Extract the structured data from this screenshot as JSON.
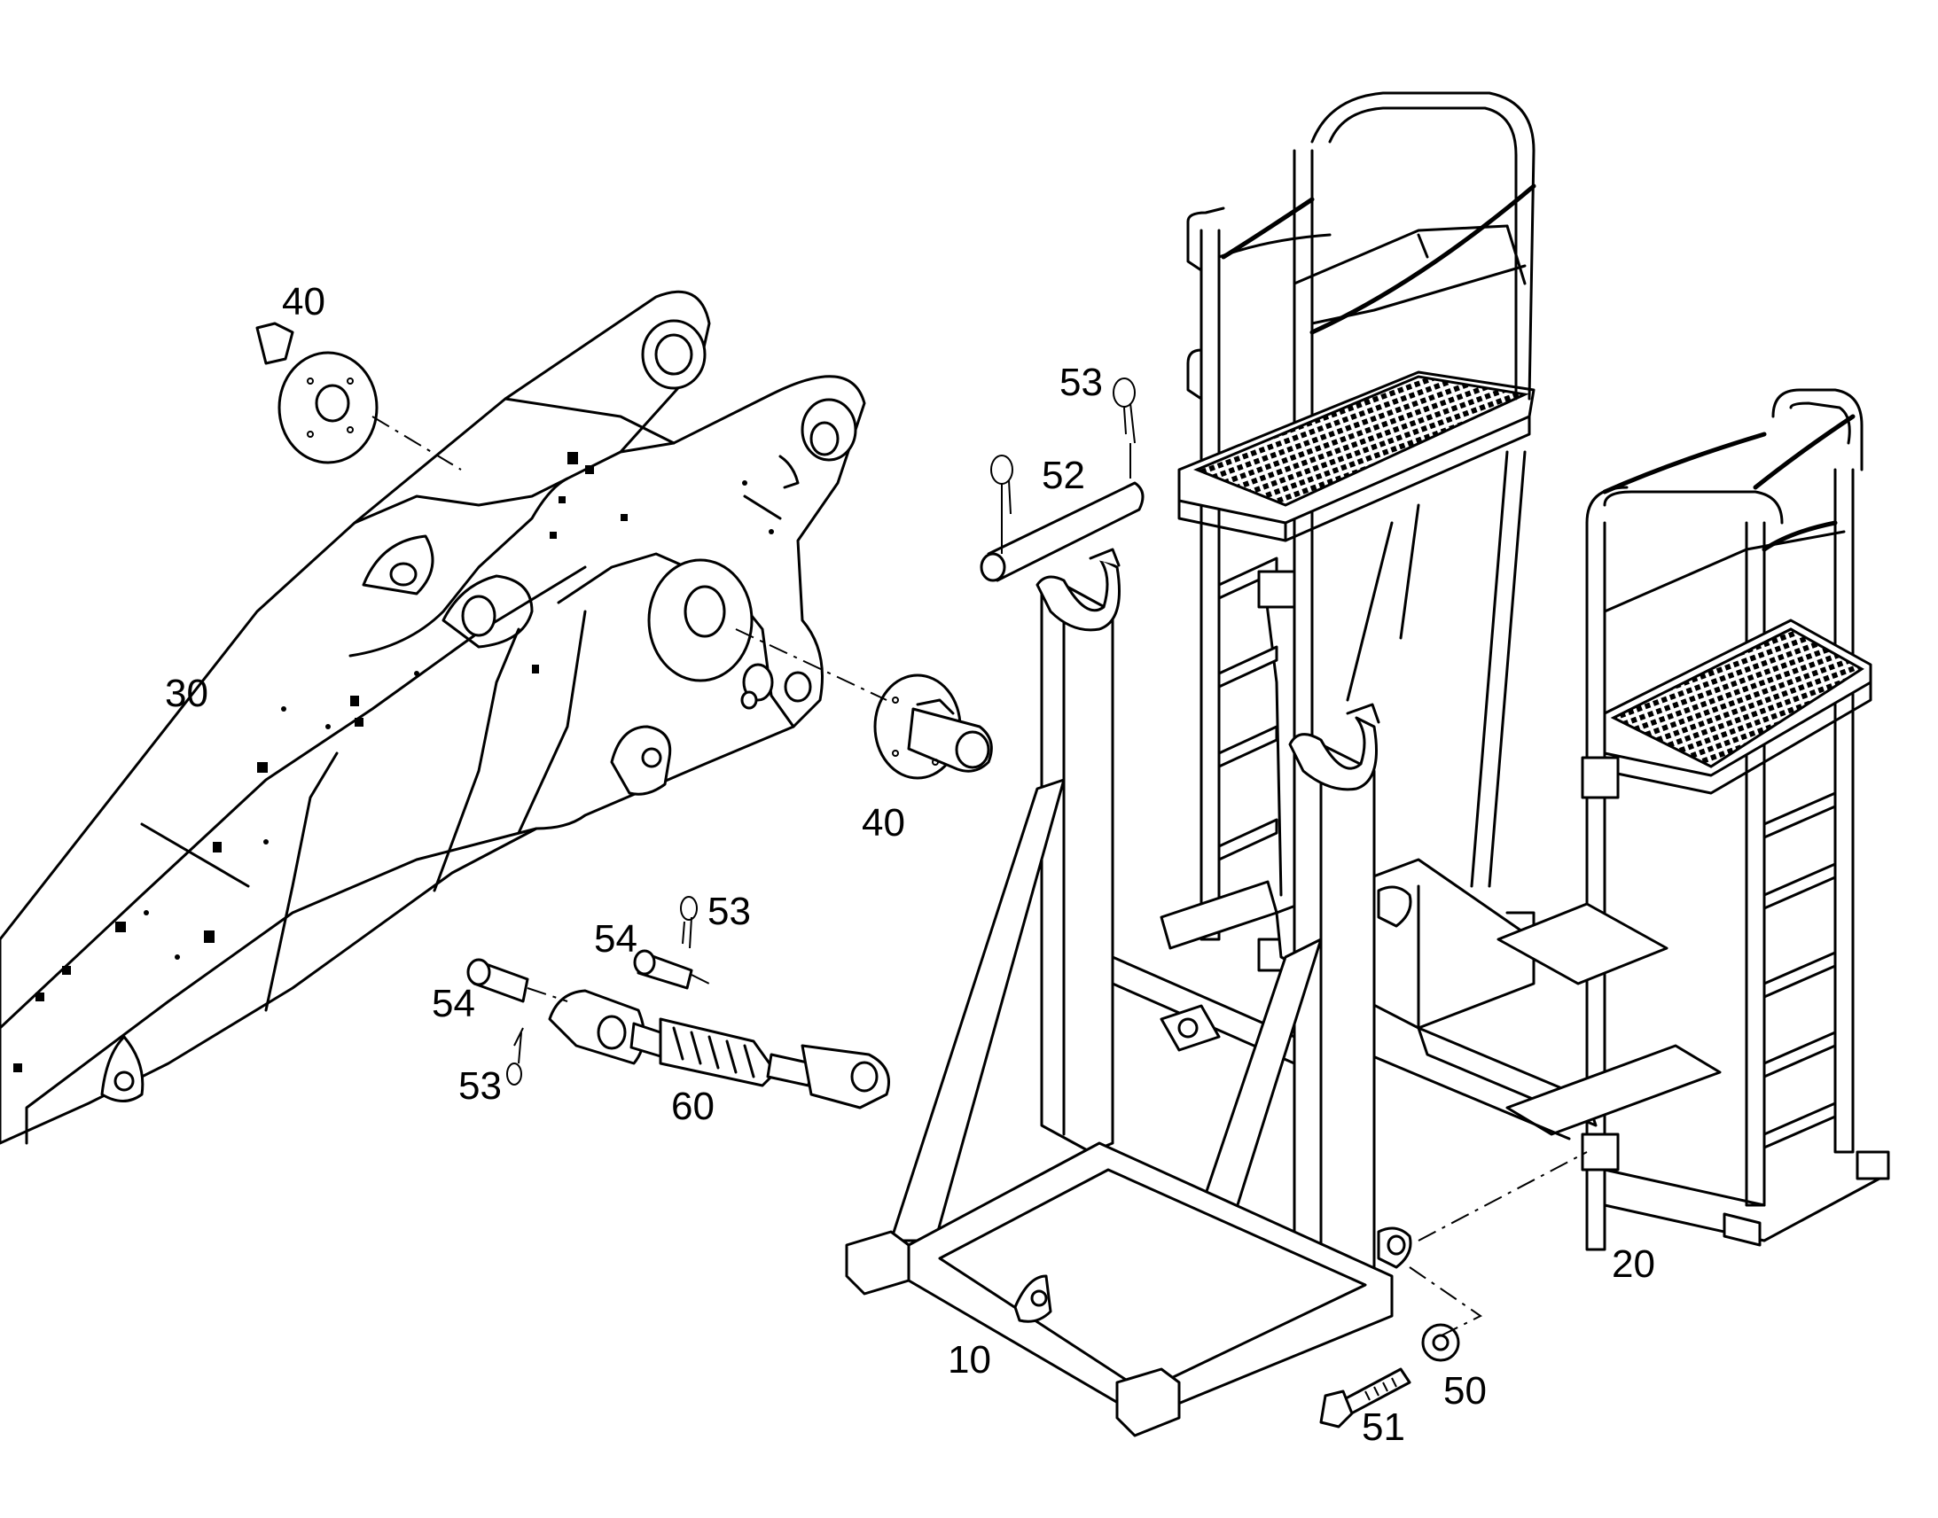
{
  "labels": {
    "frame_10": "10",
    "platform_20": "20",
    "boom_30": "30",
    "flange_40_top": "40",
    "flange_40_right": "40",
    "washer_50": "50",
    "bolt_51": "51",
    "pin_52": "52",
    "clip_53_a": "53",
    "clip_53_b": "53",
    "clip_53_c": "53",
    "pin_54_a": "54",
    "pin_54_b": "54",
    "turnbuckle_60": "60"
  }
}
